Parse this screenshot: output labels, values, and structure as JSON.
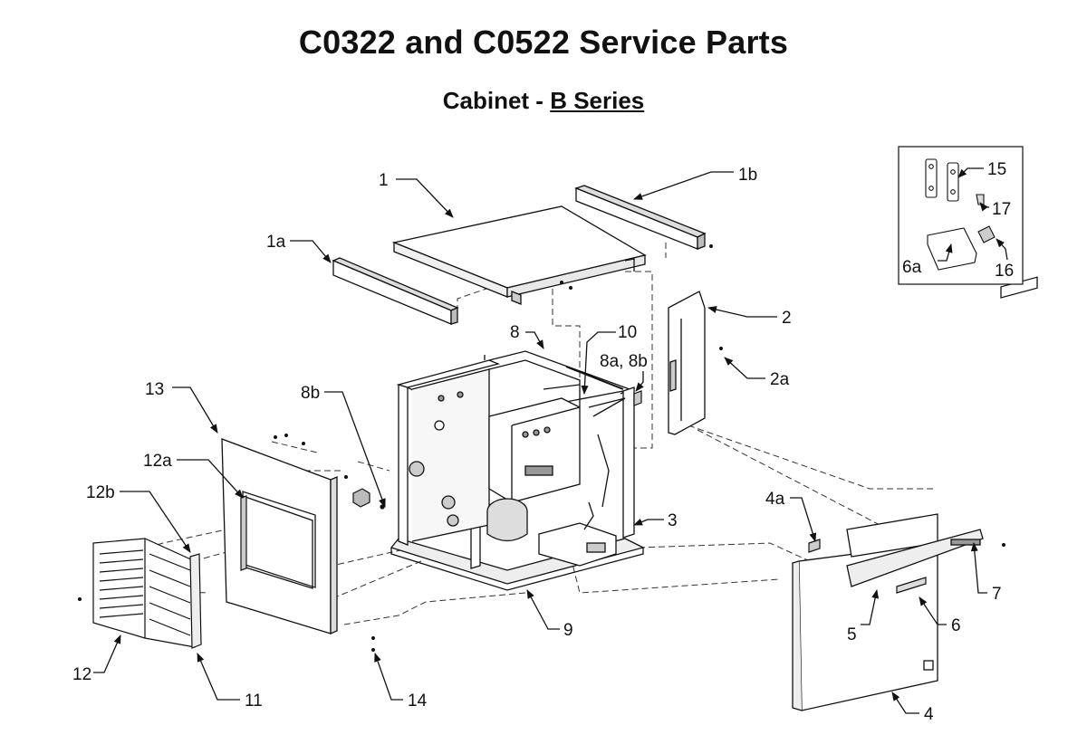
{
  "title": "C0322 and C0522 Service Parts",
  "subtitle_prefix": "Cabinet - ",
  "subtitle_series": "B Series",
  "callouts": {
    "c1": "1",
    "c1a": "1a",
    "c1b": "1b",
    "c2": "2",
    "c2a": "2a",
    "c3": "3",
    "c4": "4",
    "c4a": "4a",
    "c5": "5",
    "c6": "6",
    "c6a": "6a",
    "c7": "7",
    "c8": "8",
    "c8a8b": "8a, 8b",
    "c8b": "8b",
    "c9": "9",
    "c10": "10",
    "c11": "11",
    "c12": "12",
    "c12a": "12a",
    "c12b": "12b",
    "c13": "13",
    "c14": "14",
    "c15": "15",
    "c16": "16",
    "c17": "17"
  }
}
